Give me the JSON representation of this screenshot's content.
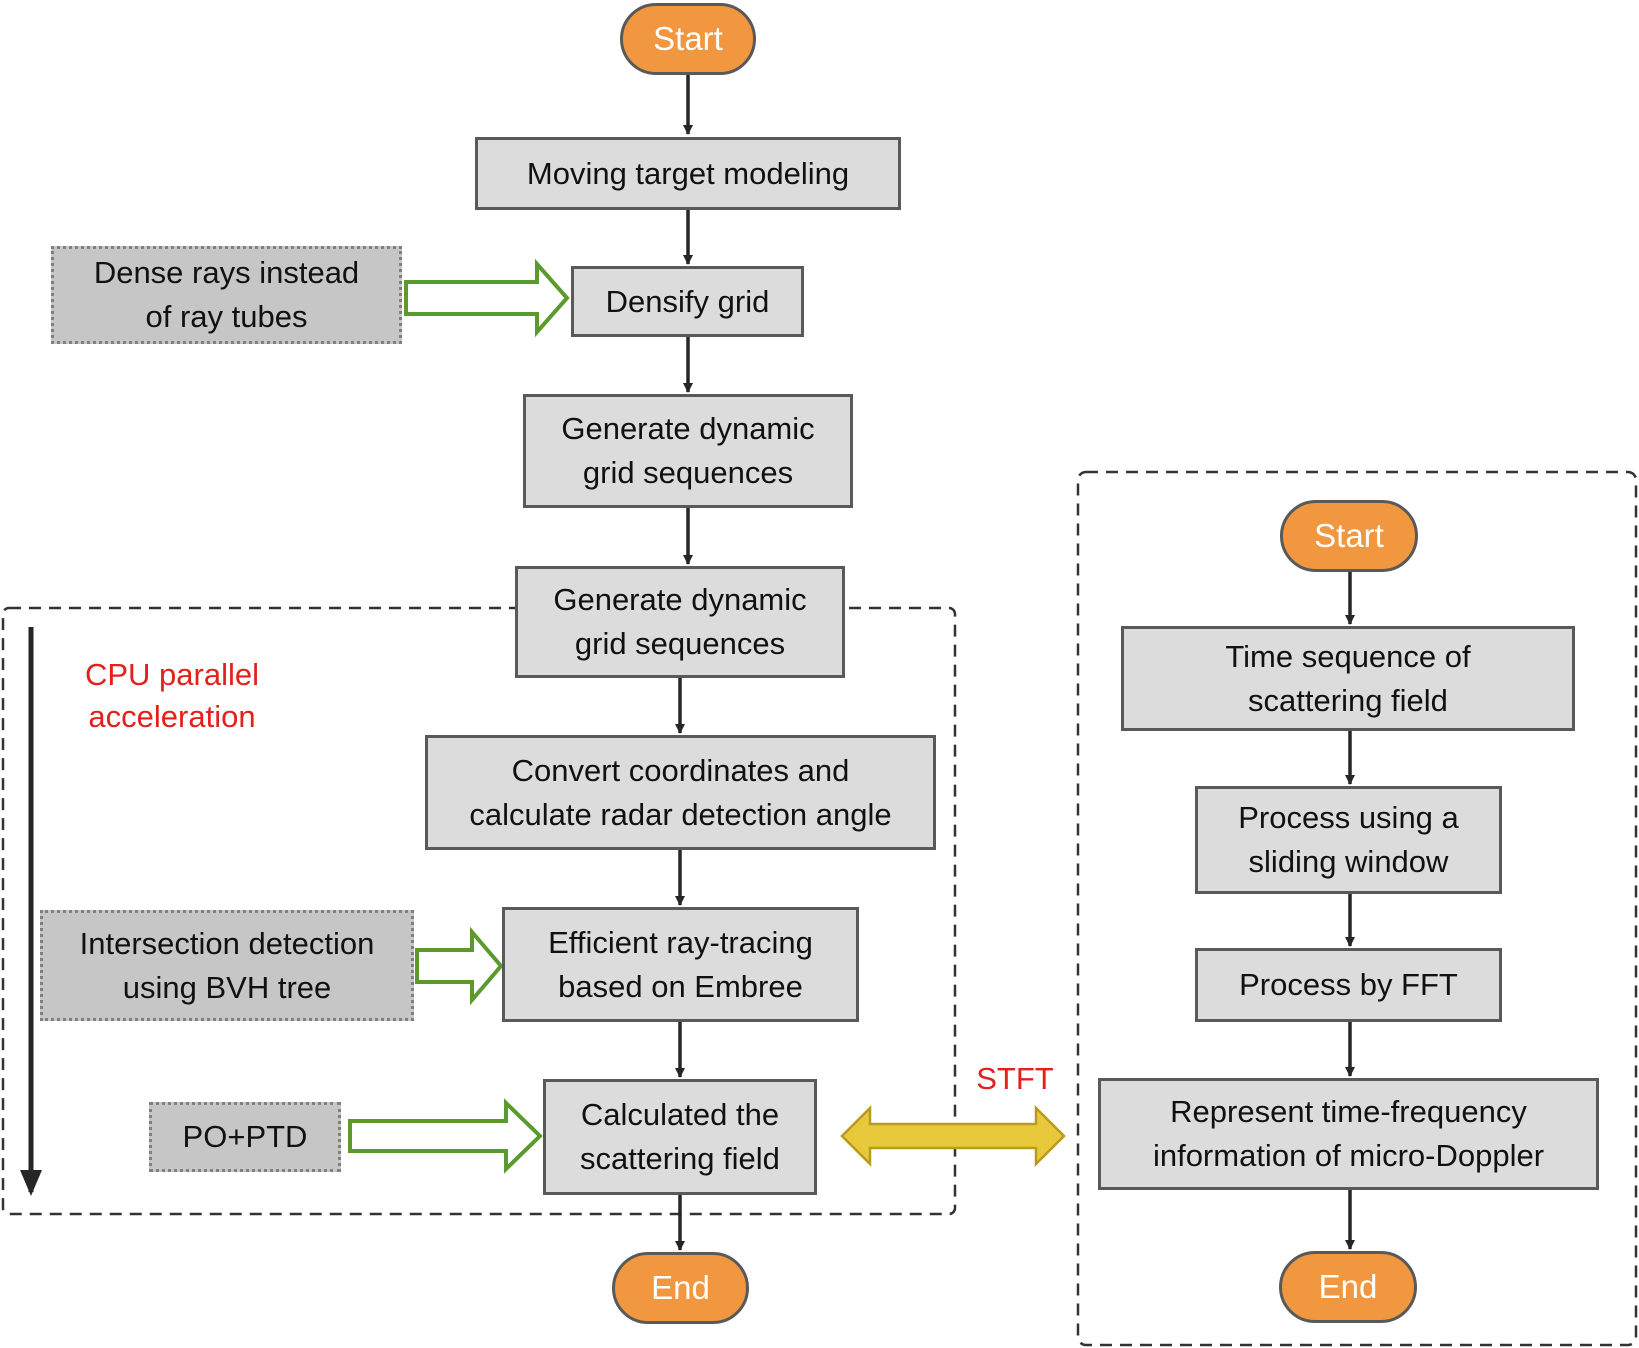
{
  "colors": {
    "process_fill": "#dcdcdc",
    "process_stroke": "#595959",
    "side_fill": "#c6c6c6",
    "side_stroke": "#808080",
    "terminal_fill": "#f0973f",
    "terminal_stroke": "#595959",
    "annotation_red": "#e3201b",
    "arrow_dark": "#262626",
    "green_arrow": "#5a9a2e",
    "yellow_arrow_fill": "#e8c93c",
    "yellow_arrow_stroke": "#b99b1a",
    "dashed_border": "#333333"
  },
  "left_flow": {
    "start": "Start",
    "moving_target": "Moving target modeling",
    "densify_grid": "Densify grid",
    "generate_seq_1": "Generate dynamic\ngrid sequences",
    "generate_seq_2": "Generate dynamic\ngrid sequences",
    "convert_coords": "Convert coordinates and\ncalculate radar detection angle",
    "ray_tracing": "Efficient ray-tracing\nbased on Embree",
    "scattering": "Calculated the\nscattering field",
    "end": "End"
  },
  "side_notes": {
    "dense_rays": "Dense rays instead\nof ray tubes",
    "bvh": "Intersection detection\nusing BVH tree",
    "po_ptd": "PO+PTD"
  },
  "annotations": {
    "cpu_parallel": "CPU parallel\nacceleration",
    "stft": "STFT"
  },
  "right_flow": {
    "start": "Start",
    "time_sequence": "Time sequence of\nscattering field",
    "sliding_window": "Process using a\nsliding window",
    "fft": "Process by FFT",
    "represent": "Represent time-frequency\ninformation of micro-Doppler",
    "end": "End"
  }
}
